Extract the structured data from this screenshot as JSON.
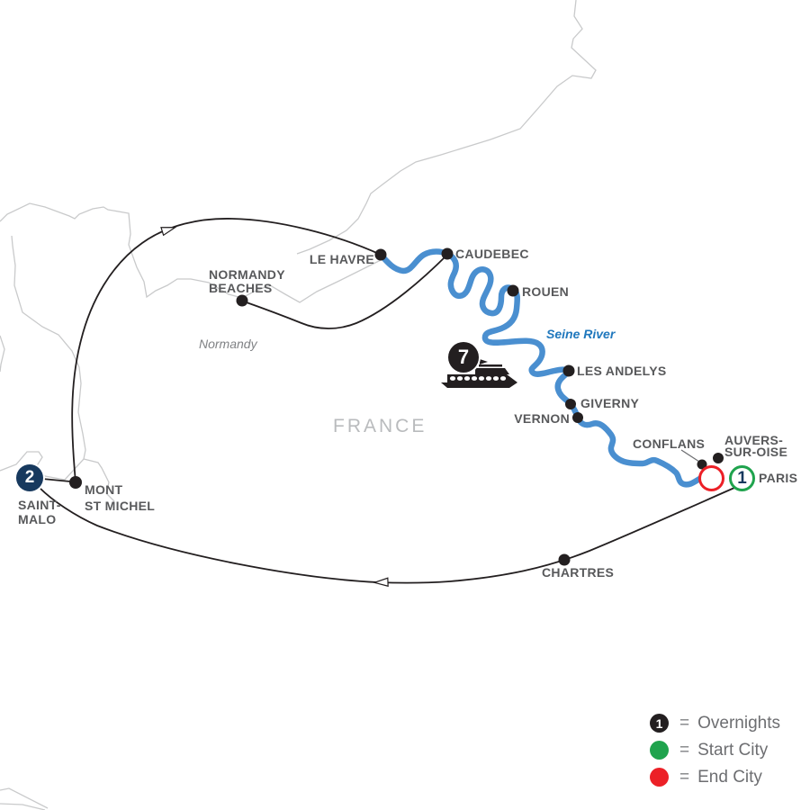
{
  "map": {
    "country_label": "FRANCE",
    "region_label": "Normandy",
    "river_label": "Seine River",
    "cruise_nights": "7",
    "cities": [
      {
        "id": "le-havre",
        "label": "LE HAVRE"
      },
      {
        "id": "caudebec",
        "label": "CAUDEBEC"
      },
      {
        "id": "rouen",
        "label": "ROUEN"
      },
      {
        "id": "les-andelys",
        "label": "LES ANDELYS"
      },
      {
        "id": "giverny",
        "label": "GIVERNY"
      },
      {
        "id": "vernon",
        "label": "VERNON"
      },
      {
        "id": "conflans",
        "label": "CONFLANS"
      },
      {
        "id": "auvers-sur-oise",
        "line1": "AUVERS-",
        "line2": "SUR-OISE"
      },
      {
        "id": "paris",
        "label": "PARIS",
        "overnights": "1"
      },
      {
        "id": "chartres",
        "label": "CHARTRES"
      },
      {
        "id": "mont-st-michel",
        "line1": "MONT",
        "line2": "ST MICHEL"
      },
      {
        "id": "saint-malo",
        "line1": "SAINT-",
        "line2": "MALO",
        "overnights": "2"
      },
      {
        "id": "normandy-beaches",
        "line1": "NORMANDY",
        "line2": "BEACHES"
      }
    ]
  },
  "legend": {
    "overnights": {
      "symbol_value": "1",
      "eq": "=",
      "label": "Overnights"
    },
    "start": {
      "eq": "=",
      "label": "Start City"
    },
    "end": {
      "eq": "=",
      "label": "End City"
    }
  },
  "colors": {
    "river": "#4A8FD0",
    "river_label": "#2078BD",
    "route": "#231F20",
    "coastline": "#C9CACB",
    "city_label": "#58595B",
    "country_label": "#B9BBBD",
    "overnight_badge_navy": "#17395E",
    "overnight_badge_black": "#231F20",
    "start_city_green": "#1FA34D",
    "end_city_red": "#EC2027",
    "legend_text": "#6D6E71"
  }
}
